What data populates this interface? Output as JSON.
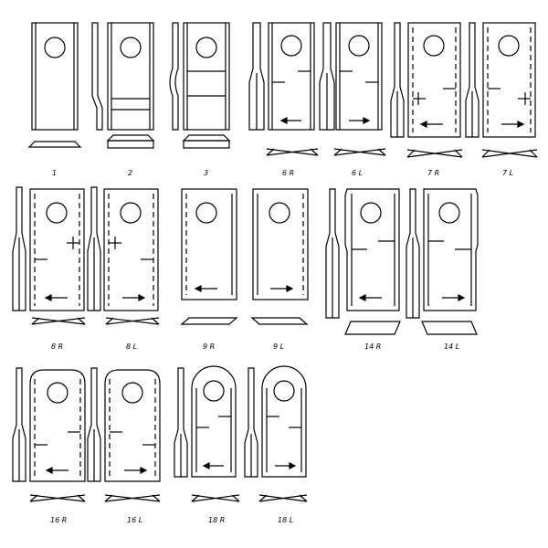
{
  "diagram": {
    "stroke_color": "#000000",
    "background": "#ffffff",
    "blades": [
      {
        "id": "1",
        "label": "1",
        "arrow": "none",
        "profile": "none"
      },
      {
        "id": "2",
        "label": "2",
        "arrow": "none",
        "profile": "bent"
      },
      {
        "id": "3",
        "label": "3",
        "arrow": "none",
        "profile": "curved"
      },
      {
        "id": "6R",
        "label": "6 R",
        "arrow": "left",
        "profile": "twisted"
      },
      {
        "id": "6L",
        "label": "6 L",
        "arrow": "right",
        "profile": "twisted"
      },
      {
        "id": "7R",
        "label": "7 R",
        "arrow": "left",
        "profile": "twisted"
      },
      {
        "id": "7L",
        "label": "7 L",
        "arrow": "right",
        "profile": "twisted"
      },
      {
        "id": "8R",
        "label": "8 R",
        "arrow": "left",
        "profile": "twisted"
      },
      {
        "id": "8L",
        "label": "8 L",
        "arrow": "right",
        "profile": "twisted"
      },
      {
        "id": "9R",
        "label": "9 R",
        "arrow": "left",
        "profile": "none"
      },
      {
        "id": "9L",
        "label": "9 L",
        "arrow": "right",
        "profile": "none"
      },
      {
        "id": "14R",
        "label": "14 R",
        "arrow": "left",
        "profile": "twisted"
      },
      {
        "id": "14L",
        "label": "14 L",
        "arrow": "right",
        "profile": "twisted"
      },
      {
        "id": "16R",
        "label": "16 R",
        "arrow": "left",
        "profile": "twisted"
      },
      {
        "id": "16L",
        "label": "16 L",
        "arrow": "right",
        "profile": "twisted"
      },
      {
        "id": "18R",
        "label": "18 R",
        "arrow": "left",
        "profile": "twisted"
      },
      {
        "id": "18L",
        "label": "18 L",
        "arrow": "right",
        "profile": "twisted"
      }
    ]
  }
}
